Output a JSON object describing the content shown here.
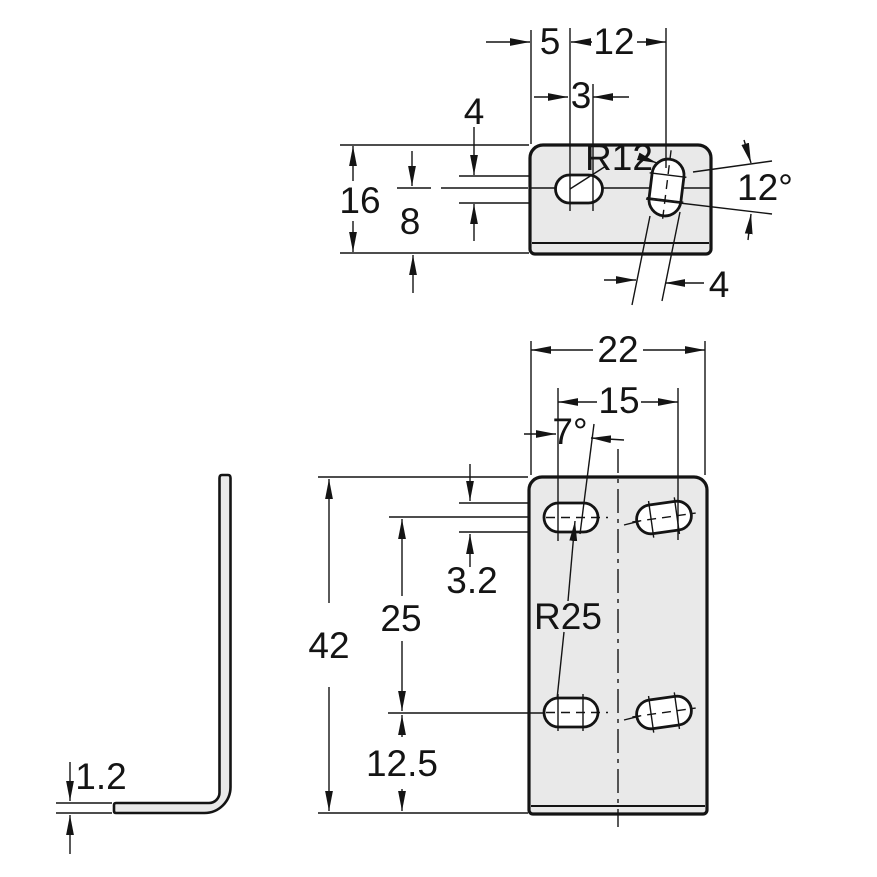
{
  "drawing": {
    "description": "Two-view mechanical drawing of an L-shaped mounting bracket with slotted holes",
    "colors": {
      "background": "#ffffff",
      "part_fill": "#e9e9e9",
      "line": "#141414"
    },
    "views": {
      "top": {
        "dims": {
          "edge_to_slot": "5",
          "slot_pitch": "12",
          "slot_center_distance": "3",
          "slot_width": "4",
          "overall_depth": "16",
          "center_to_edge": "8",
          "arc_radius": "R12",
          "swing_angle": "12°",
          "arc_slot_width": "4"
        }
      },
      "front": {
        "dims": {
          "overall_width": "22",
          "slot_span": "15",
          "tilt_angle": "7°",
          "slot_width": "3.2",
          "overall_height": "42",
          "row_spacing": "25",
          "arc_radius": "R25",
          "bottom_offset": "12.5"
        }
      },
      "side": {
        "dims": {
          "thickness": "1.2"
        }
      }
    }
  }
}
